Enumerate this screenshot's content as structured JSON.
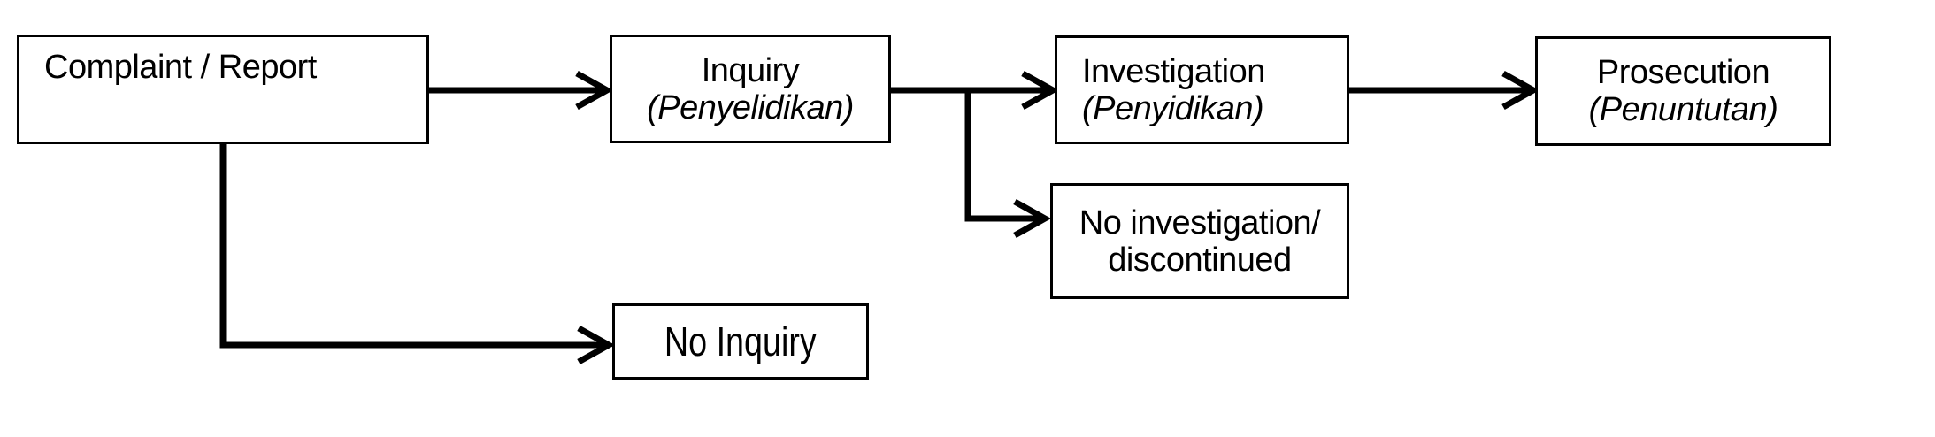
{
  "diagram": {
    "background_color": "#ffffff",
    "stroke_color": "#000000",
    "text_color": "#000000",
    "boxes": {
      "complaint": {
        "label": "Complaint / Report"
      },
      "inquiry": {
        "label": "Inquiry",
        "sublabel": "(Penyelidikan)"
      },
      "investigation": {
        "label": "Investigation",
        "sublabel": "(Penyidikan)"
      },
      "prosecution": {
        "label": "Prosecution",
        "sublabel": "(Penuntutan)"
      },
      "no_investigation": {
        "label_line1": "No investigation/",
        "label_line2": "discontinued"
      },
      "no_inquiry": {
        "label": "No Inquiry"
      }
    },
    "edges": [
      {
        "from": "complaint",
        "to": "inquiry",
        "style": "straight-arrow"
      },
      {
        "from": "inquiry",
        "to": "investigation",
        "style": "straight-arrow"
      },
      {
        "from": "investigation",
        "to": "prosecution",
        "style": "straight-arrow"
      },
      {
        "from": "inquiry",
        "to": "no_investigation",
        "style": "elbow-arrow-down-right"
      },
      {
        "from": "complaint",
        "to": "no_inquiry",
        "style": "elbow-arrow-down-right"
      }
    ]
  }
}
